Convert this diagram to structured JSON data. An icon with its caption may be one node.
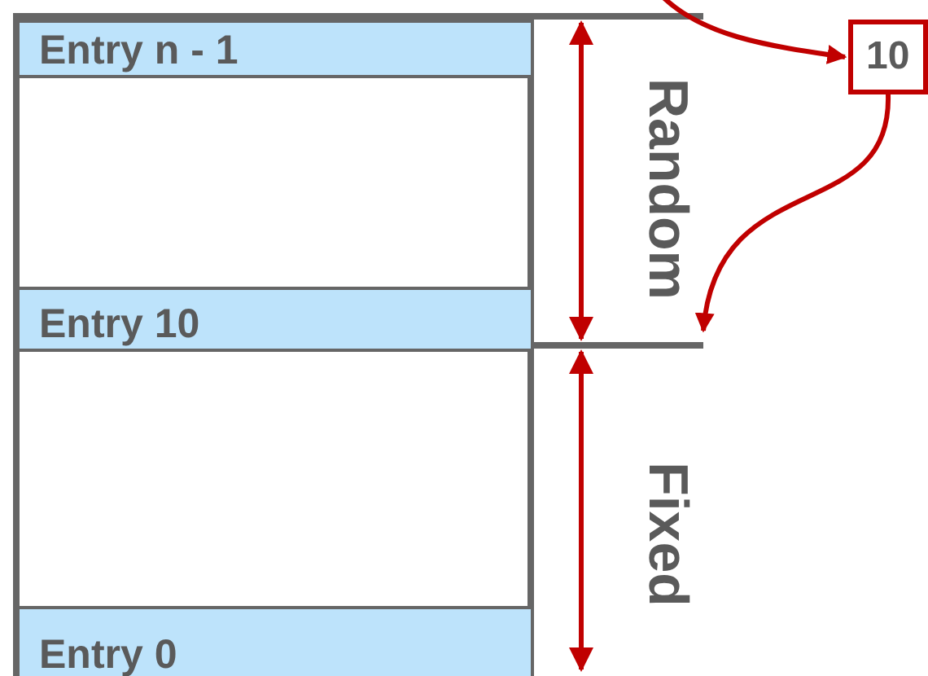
{
  "diagram": {
    "nodes": [
      {
        "text": [],
        "shape": "box"
      },
      {
        "text": [
          "Entry n - 1"
        ],
        "in": 0
      },
      {
        "text": [
          "Entry 10"
        ],
        "in": 0
      },
      {
        "text": [
          "Entry 0"
        ],
        "in": 0
      },
      {
        "text": [
          "10"
        ]
      }
    ],
    "edges": [
      {
        "from": null,
        "to": 4,
        "arrow": "to"
      },
      {
        "from": 4,
        "to": null,
        "arrow": "to"
      }
    ],
    "labels": [
      "Random",
      "Fixed"
    ]
  }
}
